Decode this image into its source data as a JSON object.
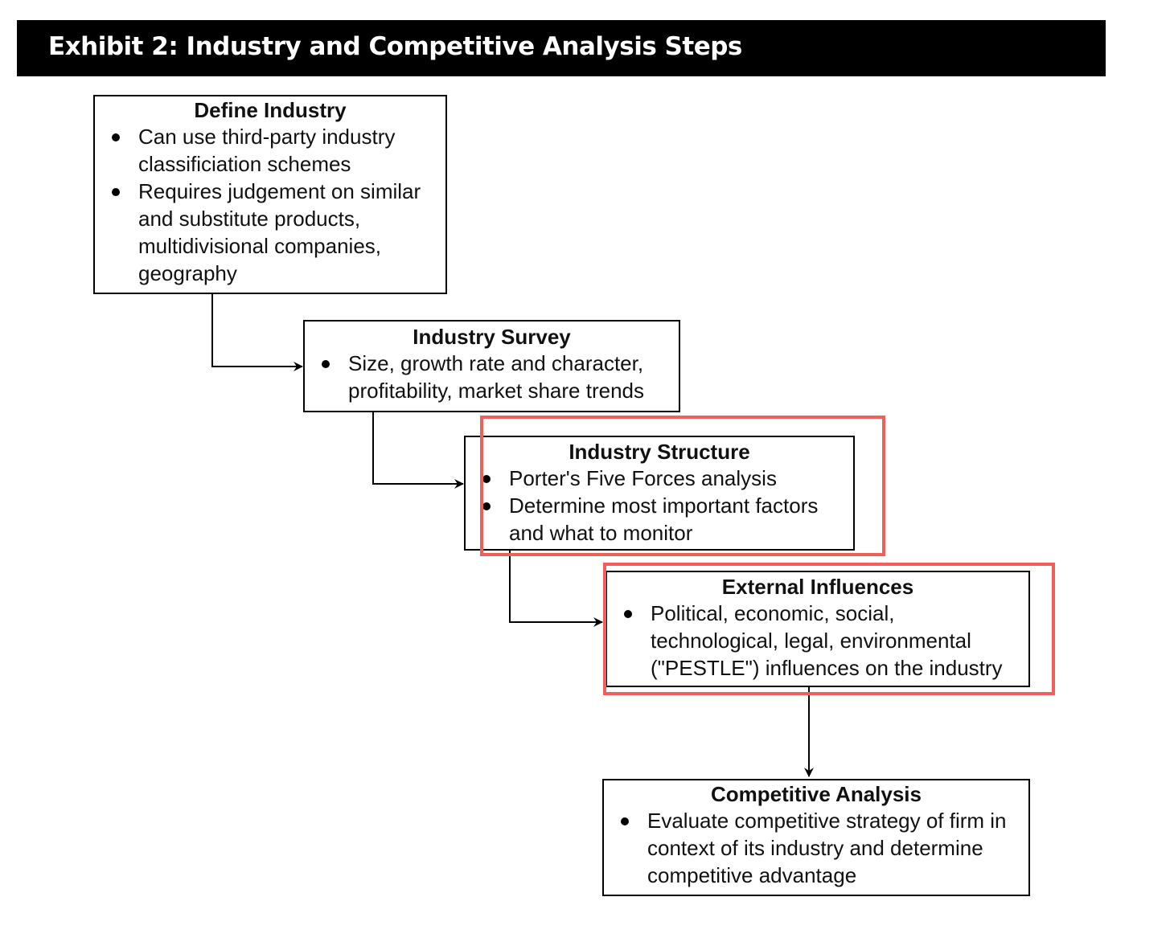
{
  "title": "Exhibit 2: Industry and Competitive Analysis Steps",
  "steps": [
    {
      "title": "Define Industry",
      "bullets": [
        "Can use third-party industry classificiation schemes",
        "Requires judgement on similar and substitute products, multidivisional companies, geography"
      ],
      "highlighted": false
    },
    {
      "title": "Industry Survey",
      "bullets": [
        "Size, growth rate and character, profitability, market share trends"
      ],
      "highlighted": false
    },
    {
      "title": "Industry Structure",
      "bullets": [
        "Porter's Five Forces analysis",
        "Determine most important factors and what to monitor"
      ],
      "highlighted": true
    },
    {
      "title": "External Influences",
      "bullets": [
        "Political, economic, social, technological, legal, environmental (\"PESTLE\") influences on the industry"
      ],
      "highlighted": true
    },
    {
      "title": "Competitive Analysis",
      "bullets": [
        "Evaluate competitive strategy of firm in context of its industry and determine competitive advantage"
      ],
      "highlighted": false
    }
  ],
  "colors": {
    "title_bar": "#000000",
    "title_text": "#ffffff",
    "box_border": "#000000",
    "highlight": "#f0605a"
  }
}
